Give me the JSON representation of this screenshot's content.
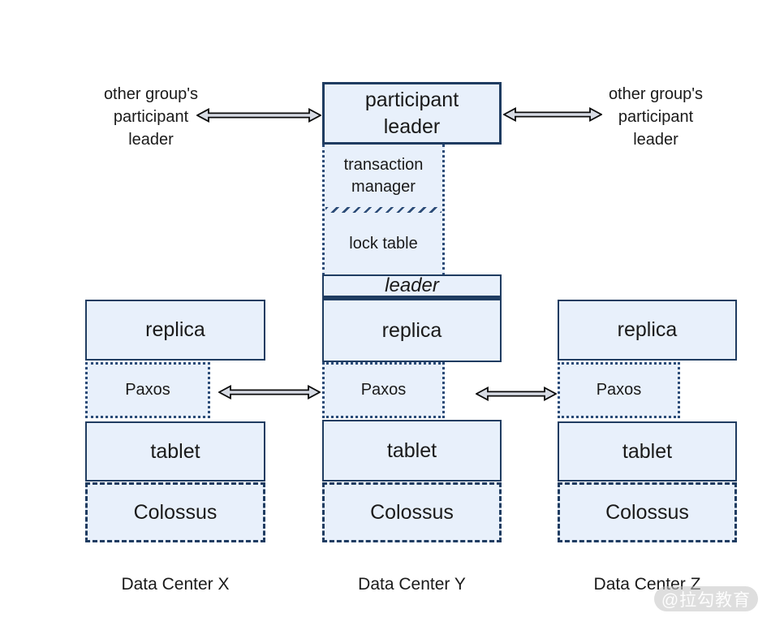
{
  "diagram": {
    "type": "spanner-architecture-diagram",
    "external_labels": {
      "left": "other group's\nparticipant\nleader",
      "right": "other group's\nparticipant\nleader"
    },
    "participant_leader": "participant\nleader",
    "transaction_manager": "transaction\nmanager",
    "lock_table": "lock table",
    "leader": "leader",
    "columns": [
      {
        "replica": "replica",
        "paxos": "Paxos",
        "tablet": "tablet",
        "colossus": "Colossus",
        "footer": "Data Center X"
      },
      {
        "replica": "replica",
        "paxos": "Paxos",
        "tablet": "tablet",
        "colossus": "Colossus",
        "footer": "Data Center Y"
      },
      {
        "replica": "replica",
        "paxos": "Paxos",
        "tablet": "tablet",
        "colossus": "Colossus",
        "footer": "Data Center Z"
      }
    ],
    "watermark": "@拉勾教育",
    "colors": {
      "box_fill": "#e8f0fb",
      "box_border": "#1f3c61",
      "dotted_border": "#2b4b77",
      "text": "#1a1a1a",
      "arrow_fill": "#d7dbe4",
      "arrow_stroke": "#0a0a0a",
      "watermark_pill": "#c6c6c6"
    }
  }
}
